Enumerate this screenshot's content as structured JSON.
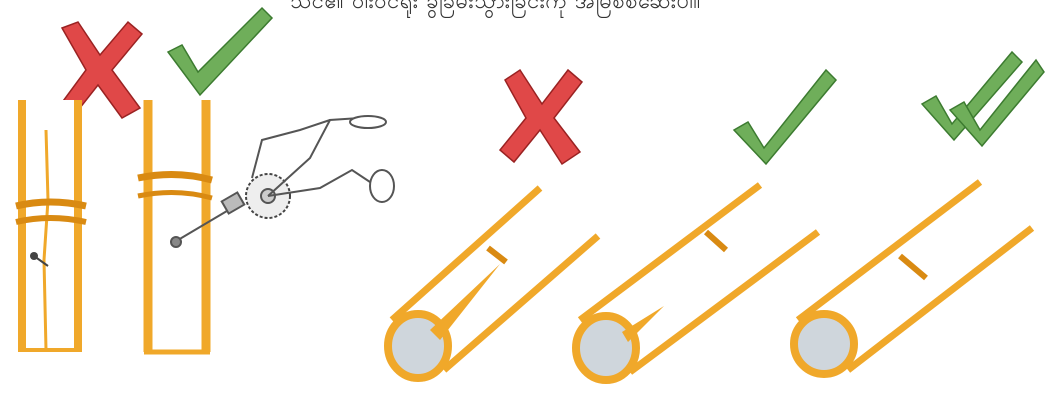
{
  "caption": "သင်၏ ဝါးဝင်ရိုး ခွဲခြမ်းသွားခြင်းကို အမြဲစစ်ဆေးပါ။",
  "marks": {
    "wrong": {
      "name": "cross",
      "color": "#e04848"
    },
    "right": {
      "name": "check",
      "color": "#6fae5a"
    }
  },
  "colors": {
    "bamboo": "#f0a82a",
    "bamboo_dark": "#d98a12",
    "outline": "#222222",
    "hollow": "#cfd6dc",
    "drill": "#888888"
  }
}
